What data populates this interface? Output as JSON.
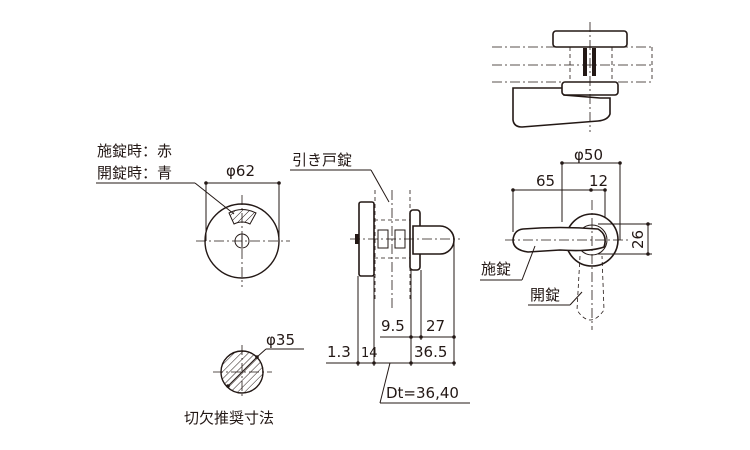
{
  "left_view": {
    "lock_color_label": "施錠時：赤",
    "unlock_color_label": "開錠時：青",
    "plate_diameter": "φ62"
  },
  "cutout": {
    "diameter": "φ35",
    "caption": "切欠推奨寸法"
  },
  "side_view": {
    "title": "引き戸錠",
    "dim_9_5": "9.5",
    "dim_27": "27",
    "dim_1_3": "1.3",
    "dim_14": "14",
    "dim_36_5": "36.5",
    "door_thickness": "Dt=36,40"
  },
  "front_view": {
    "rosette_diameter": "φ50",
    "lever_length": "65",
    "offset": "12",
    "height": "26",
    "locked_label": "施錠",
    "unlocked_label": "開錠"
  }
}
